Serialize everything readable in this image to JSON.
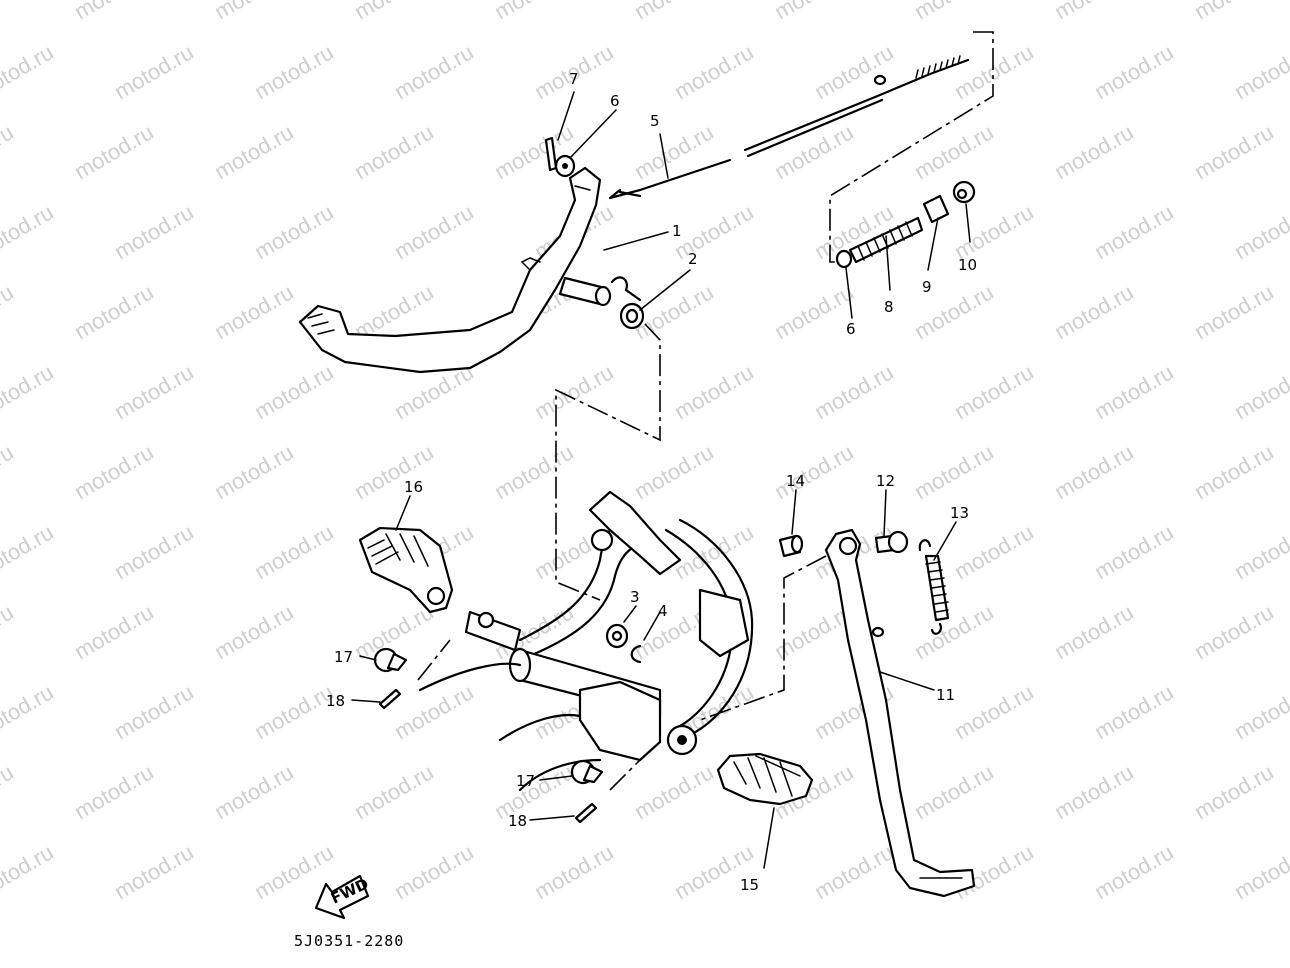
{
  "watermark": "motod.ru",
  "drawing_code": "5J0351-2280",
  "fwd_label": "FWD",
  "callouts": [
    {
      "id": "c1",
      "label": "1"
    },
    {
      "id": "c2",
      "label": "2"
    },
    {
      "id": "c3",
      "label": "3"
    },
    {
      "id": "c4",
      "label": "4"
    },
    {
      "id": "c5",
      "label": "5"
    },
    {
      "id": "c6a",
      "label": "6"
    },
    {
      "id": "c6b",
      "label": "6"
    },
    {
      "id": "c7",
      "label": "7"
    },
    {
      "id": "c8",
      "label": "8"
    },
    {
      "id": "c9",
      "label": "9"
    },
    {
      "id": "c10",
      "label": "10"
    },
    {
      "id": "c11",
      "label": "11"
    },
    {
      "id": "c12",
      "label": "12"
    },
    {
      "id": "c13",
      "label": "13"
    },
    {
      "id": "c14",
      "label": "14"
    },
    {
      "id": "c15",
      "label": "15"
    },
    {
      "id": "c16",
      "label": "16"
    },
    {
      "id": "c17a",
      "label": "17"
    },
    {
      "id": "c17b",
      "label": "17"
    },
    {
      "id": "c18a",
      "label": "18"
    },
    {
      "id": "c18b",
      "label": "18"
    }
  ]
}
